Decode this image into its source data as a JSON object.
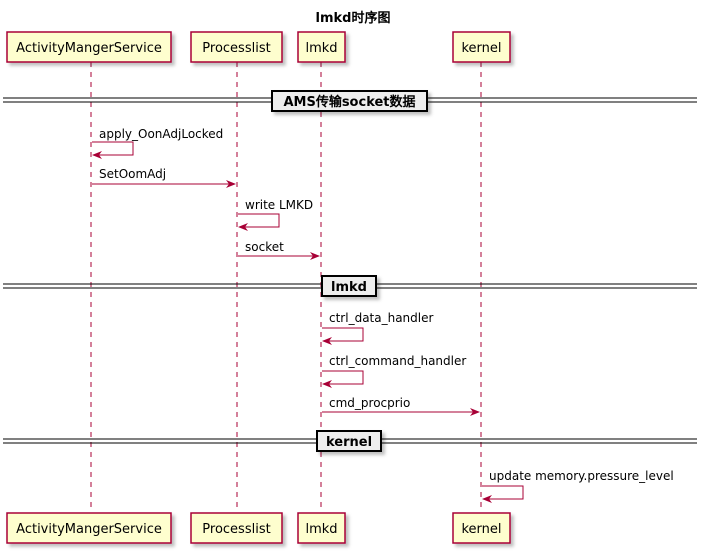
{
  "diagram": {
    "title": "lmkd时序图",
    "participants": [
      {
        "id": "ams",
        "label": "ActivityMangerService"
      },
      {
        "id": "pl",
        "label": "Processlist"
      },
      {
        "id": "lmkd",
        "label": "lmkd"
      },
      {
        "id": "kernel",
        "label": "kernel"
      }
    ],
    "dividers": [
      {
        "label": "AMS传输socket数据"
      },
      {
        "label": "lmkd"
      },
      {
        "label": "kernel"
      }
    ],
    "messages": [
      {
        "from": "ams",
        "to": "ams",
        "label": "apply_OonAdjLocked"
      },
      {
        "from": "ams",
        "to": "pl",
        "label": "SetOomAdj"
      },
      {
        "from": "pl",
        "to": "pl",
        "label": "write LMKD"
      },
      {
        "from": "pl",
        "to": "lmkd",
        "label": "socket"
      },
      {
        "from": "lmkd",
        "to": "lmkd",
        "label": "ctrl_data_handler"
      },
      {
        "from": "lmkd",
        "to": "lmkd",
        "label": "ctrl_command_handler"
      },
      {
        "from": "lmkd",
        "to": "kernel",
        "label": "cmd_procprio"
      },
      {
        "from": "kernel",
        "to": "kernel",
        "label": "update memory.pressure_level"
      }
    ],
    "colors": {
      "participant_fill": "#FEFECE",
      "participant_border": "#A80036",
      "arrow": "#A80036",
      "divider_fill": "#EEEEEE"
    }
  }
}
